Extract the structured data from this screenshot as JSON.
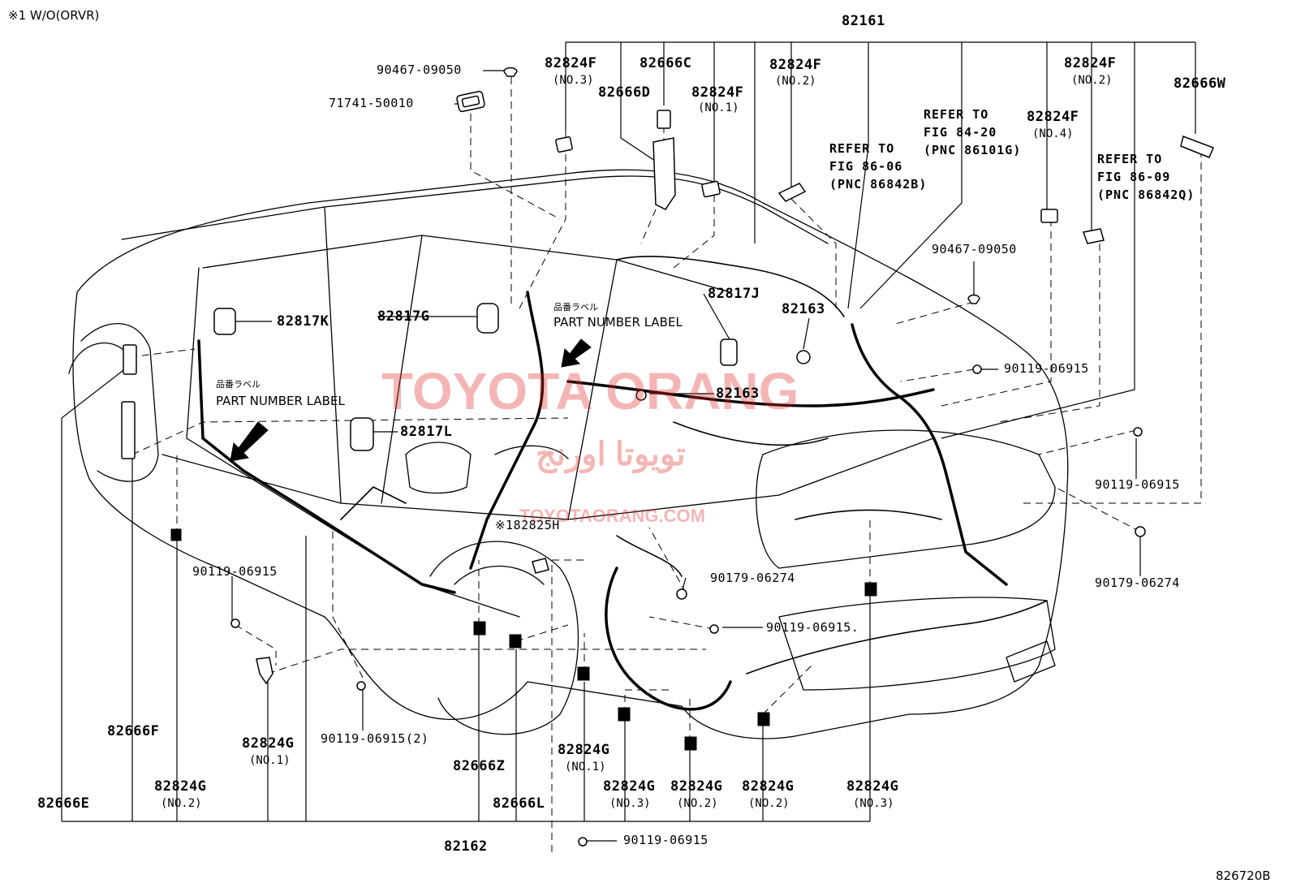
{
  "header_note": "※1 W/O(ORVR)",
  "figure_code": "826720B",
  "watermark": {
    "main": "TOYOTA ORANG",
    "arabic": "تويوتا اورنج",
    "sub": "TOYOTAORANG.COM",
    "color": "#e0322d"
  },
  "part_number_label": {
    "jp": "品番ラベル",
    "en": "PART NUMBER LABEL"
  },
  "labels": {
    "p82161": "82161",
    "p82162": "82162",
    "p90467_top": "90467-09050",
    "p71741": "71741-50010",
    "p82824F_no3": "82824F",
    "p82824F_no3_sub": "(NO.3)",
    "p82666C": "82666C",
    "p82666D": "82666D",
    "p82824F_no1": "82824F",
    "p82824F_no1_sub": "(NO.1)",
    "p82824F_no2a": "82824F",
    "p82824F_no2a_sub": "(NO.2)",
    "p82824F_no2b": "82824F",
    "p82824F_no2b_sub": "(NO.2)",
    "p82824F_no4": "82824F",
    "p82824F_no4_sub": "(NO.4)",
    "p82666W": "82666W",
    "ref1": "REFER TO\nFIG 86-06\n(PNC 86842B)",
    "ref2": "REFER TO\nFIG 84-20\n(PNC 86101G)",
    "ref3": "REFER TO\nFIG 86-09\n(PNC 86842Q)",
    "p90467_right": "90467-09050",
    "p82817K": "82817K",
    "p82817G": "82817G",
    "p82817J": "82817J",
    "p82163a": "82163",
    "p82163b": "82163",
    "p82817L": "82817L",
    "p90119_r1": "90119-06915",
    "p90119_r2": "90119-06915",
    "p90179_r": "90179-06274",
    "p182825H": "※182825H",
    "p90179_c": "90179-06274",
    "p90119_c": "90119-06915.",
    "p90119_l": "90119-06915",
    "p90119_2": "90119-06915(2)",
    "p82824G_no1a": "82824G",
    "p82824G_no1a_sub": "(NO.1)",
    "p82666F": "82666F",
    "p82824G_no2a": "82824G",
    "p82824G_no2a_sub": "(NO.2)",
    "p82666E": "82666E",
    "p82666Z": "82666Z",
    "p82666L": "82666L",
    "p82824G_no1b": "82824G",
    "p82824G_no1b_sub": "(NO.1)",
    "p82824G_no3a": "82824G",
    "p82824G_no3a_sub": "(NO.3)",
    "p82824G_no2b": "82824G",
    "p82824G_no2b_sub": "(NO.2)",
    "p82824G_no2c": "82824G",
    "p82824G_no2c_sub": "(NO.2)",
    "p82824G_no3b": "82824G",
    "p82824G_no3b_sub": "(NO.3)",
    "p90119_bottom": "90119-06915"
  }
}
